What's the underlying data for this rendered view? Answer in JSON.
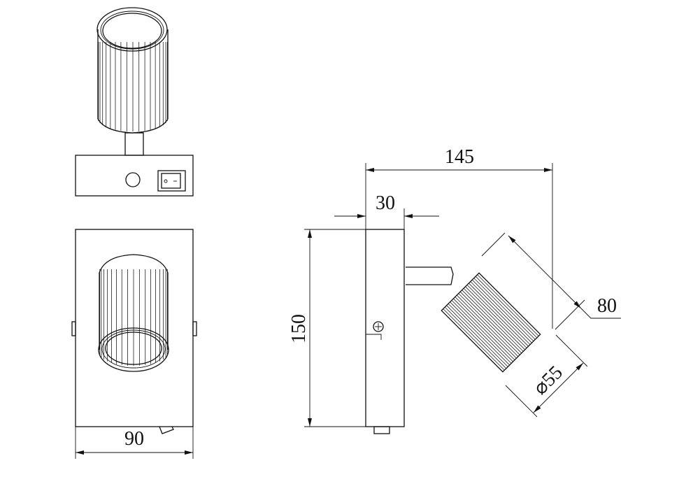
{
  "dimensions": {
    "width_front": "90",
    "height_side": "150",
    "depth_total": "145",
    "plate_depth": "30",
    "head_length": "80",
    "head_diameter": "⌀55"
  },
  "views": [
    "top-view",
    "front-view",
    "side-view"
  ],
  "switch_label": {
    "off": "o",
    "on": "-"
  }
}
